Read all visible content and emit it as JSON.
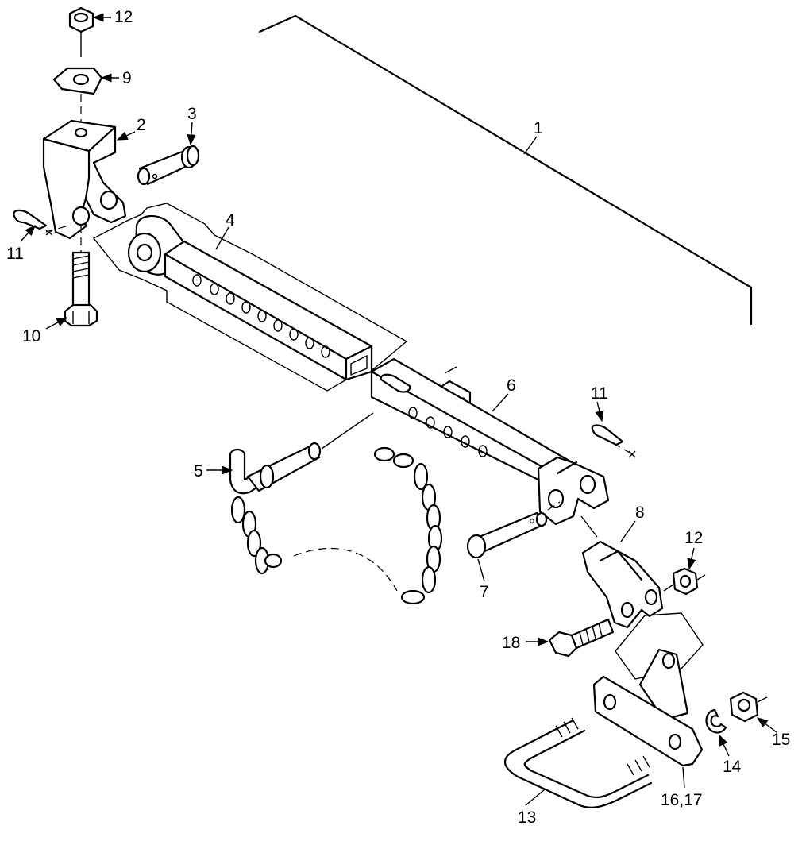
{
  "callouts": [
    {
      "id": "1",
      "text": "1"
    },
    {
      "id": "2",
      "text": "2"
    },
    {
      "id": "3",
      "text": "3"
    },
    {
      "id": "4",
      "text": "4"
    },
    {
      "id": "5",
      "text": "5"
    },
    {
      "id": "6",
      "text": "6"
    },
    {
      "id": "7",
      "text": "7"
    },
    {
      "id": "8",
      "text": "8"
    },
    {
      "id": "9",
      "text": "9"
    },
    {
      "id": "10",
      "text": "10"
    },
    {
      "id": "11a",
      "text": "11"
    },
    {
      "id": "11b",
      "text": "11"
    },
    {
      "id": "12a",
      "text": "12"
    },
    {
      "id": "12b",
      "text": "12"
    },
    {
      "id": "13",
      "text": "13"
    },
    {
      "id": "14",
      "text": "14"
    },
    {
      "id": "15",
      "text": "15"
    },
    {
      "id": "16_17",
      "text": "16,17"
    },
    {
      "id": "18",
      "text": "18"
    }
  ]
}
